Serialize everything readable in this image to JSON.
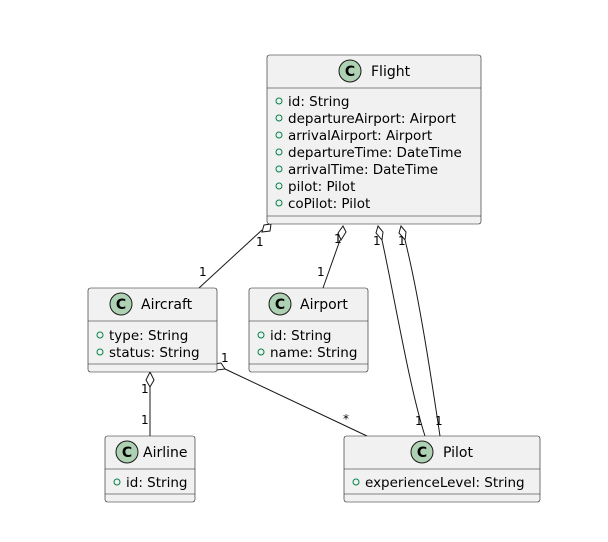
{
  "classes": {
    "flight": {
      "name": "Flight",
      "attributes": [
        "id: String",
        "departureAirport: Airport",
        "arrivalAirport: Airport",
        "departureTime: DateTime",
        "arrivalTime: DateTime",
        "pilot: Pilot",
        "coPilot: Pilot"
      ]
    },
    "aircraft": {
      "name": "Aircraft",
      "attributes": [
        "type: String",
        "status: String"
      ]
    },
    "airport": {
      "name": "Airport",
      "attributes": [
        "id: String",
        "name: String"
      ]
    },
    "airline": {
      "name": "Airline",
      "attributes": [
        "id: String"
      ]
    },
    "pilot": {
      "name": "Pilot",
      "attributes": [
        "experienceLevel: String"
      ]
    }
  },
  "stereotype_letter": "C",
  "multiplicities": {
    "flight_aircraft_whole": "1",
    "flight_aircraft_part": "1",
    "flight_airport_whole": "1",
    "flight_airport_part": "1",
    "flight_pilot_whole": "1",
    "flight_pilot_part": "1",
    "flight_copilot_whole": "1",
    "flight_copilot_part": "1",
    "aircraft_airline_whole": "1",
    "aircraft_airline_part": "1",
    "aircraft_pilot_whole": "1",
    "aircraft_pilot_part": "*"
  },
  "colors": {
    "class_fill": "#f1f1f1",
    "border": "#181818",
    "badge_fill": "#add1b2",
    "visibility_marker": "#038048"
  }
}
